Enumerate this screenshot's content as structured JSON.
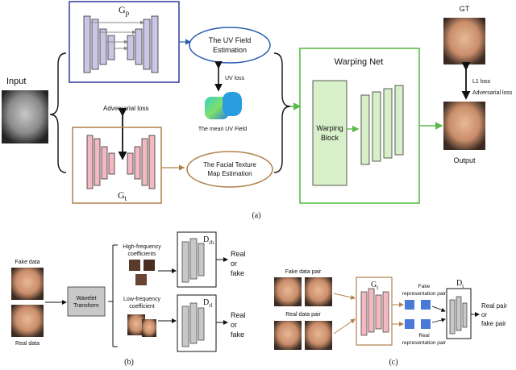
{
  "main": {
    "input_label": "Input",
    "gp_label": "G",
    "gp_sub": "p",
    "uv_field_line1": "The UV Field",
    "uv_field_line2": "Estimation",
    "uv_loss": "UV loss",
    "mean_uv_field": "The mean UV Field",
    "adversarial_loss": "Adversarial loss",
    "facial_texture_line1": "The Facial Texture",
    "facial_texture_line2": "Map Estimation",
    "gt_label": "G",
    "gt_sub": "t",
    "warping_net": "Warping Net",
    "warping_block_line1": "Warping",
    "warping_block_line2": "Block",
    "gt_image_label": "GT",
    "l1_loss": "L1 loss",
    "adversarial_loss_right": "Adversarial loss",
    "output_label": "Output",
    "caption": "(a)"
  },
  "panel_b": {
    "fake_data": "Fake data",
    "real_data": "Real data",
    "wavelet_line1": "Wavelet",
    "wavelet_line2": "Transform",
    "high_freq_line1": "High-frequency",
    "high_freq_line2": "coefficients",
    "low_freq_line1": "Low-frequency",
    "low_freq_line2": "coefficient",
    "dh_label": "D",
    "dh_sub": "rh",
    "dl_label": "D",
    "dl_sub": "rl",
    "out1_line1": "Real",
    "out1_line2": "or",
    "out1_line3": "fake",
    "out2_line1": "Real",
    "out2_line2": "or",
    "out2_line3": "fake",
    "caption": "(b)"
  },
  "panel_c": {
    "fake_pair": "Fake data pair",
    "real_pair": "Real data pair",
    "gt_label": "G",
    "gt_sub": "t",
    "fake_rep_line1": "Fake",
    "fake_rep_line2": "representation pair",
    "real_rep_line1": "Real",
    "real_rep_line2": "representation pair",
    "dt_label": "D",
    "dt_sub": "t",
    "out_line1": "Real pair",
    "out_line2": "or",
    "out_line3": "fake pair",
    "caption": "(c)"
  },
  "colors": {
    "gp_box": "#2b3a9a",
    "gp_block": "#c9c6e6",
    "gt_box": "#b0804a",
    "gt_block": "#f3b9c0",
    "warp_box": "#4fb83a",
    "warp_block": "#d7f0c9",
    "uv_ellipse": "#2b5fb0",
    "tex_ellipse": "#b0804a",
    "green_arrow": "#5cb84c",
    "gray_block": "#c8c8c8"
  }
}
